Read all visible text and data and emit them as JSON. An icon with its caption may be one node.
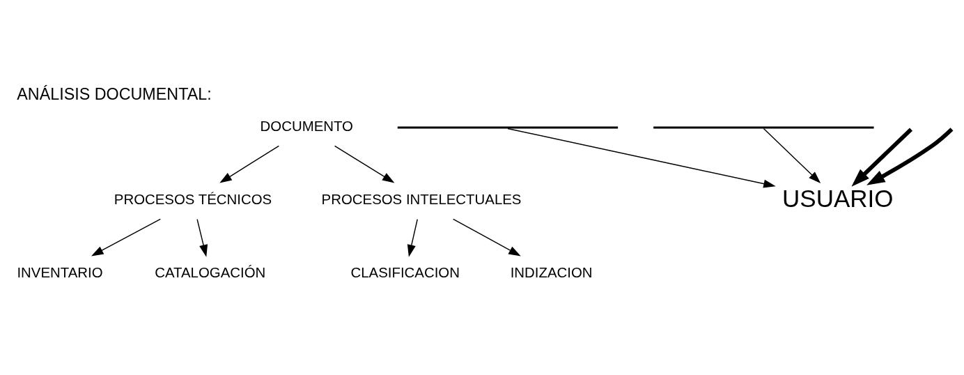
{
  "diagram": {
    "title": "ANÁLISIS DOCUMENTAL:",
    "nodes": [
      {
        "text": [
          "DOCUMENTO"
        ]
      },
      {
        "text": [
          "PROCESOS TÉCNICOS"
        ]
      },
      {
        "text": [
          "PROCESOS INTELECTUALES"
        ]
      },
      {
        "text": [
          "INVENTARIO"
        ]
      },
      {
        "text": [
          "CATALOGACIÓN"
        ]
      },
      {
        "text": [
          "CLASIFICACION"
        ]
      },
      {
        "text": [
          "INDIZACION"
        ]
      },
      {
        "text": [],
        "shape": "bar"
      },
      {
        "text": [],
        "shape": "bar"
      },
      {
        "text": [
          "USUARIO"
        ]
      }
    ],
    "edges": [
      {
        "from": 0,
        "to": 1,
        "arrow": "to"
      },
      {
        "from": 0,
        "to": 2,
        "arrow": "to"
      },
      {
        "from": 1,
        "to": 3,
        "arrow": "to"
      },
      {
        "from": 1,
        "to": 4,
        "arrow": "to"
      },
      {
        "from": 2,
        "to": 5,
        "arrow": "to"
      },
      {
        "from": 2,
        "to": 6,
        "arrow": "to"
      },
      {
        "from": 7,
        "to": 9,
        "arrow": "to"
      },
      {
        "from": 8,
        "to": 9,
        "arrow": "to"
      },
      {
        "from": null,
        "to": 9,
        "arrow": "to",
        "style": "thick"
      },
      {
        "from": null,
        "to": 9,
        "arrow": "to",
        "style": "thick"
      }
    ]
  }
}
